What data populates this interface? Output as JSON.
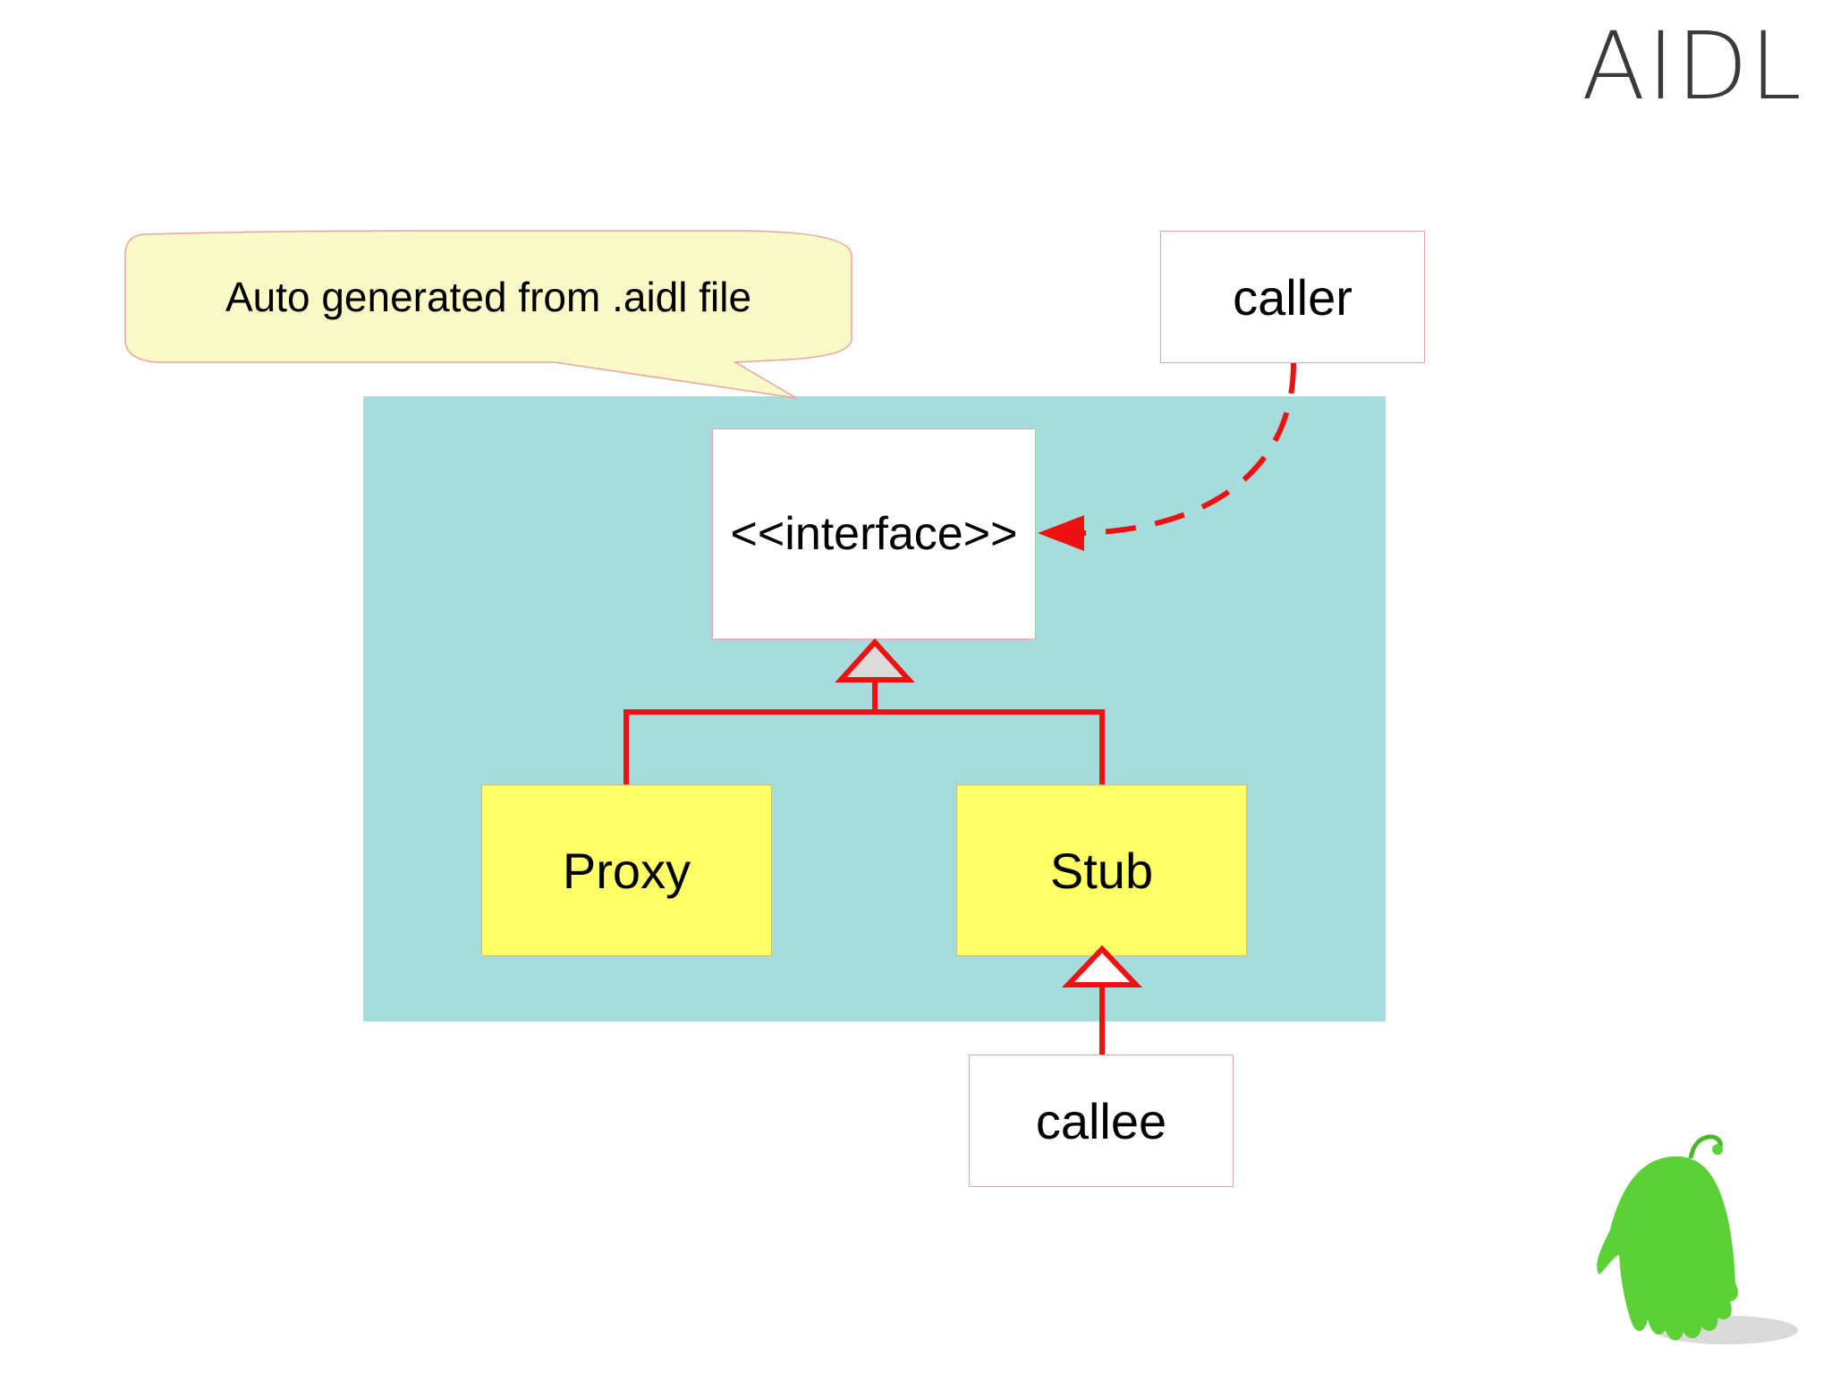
{
  "slide": {
    "title": "AIDL"
  },
  "callout": {
    "text": "Auto generated from .aidl file"
  },
  "nodes": {
    "interface": "<<interface>>",
    "proxy": "Proxy",
    "stub": "Stub",
    "caller": "caller",
    "callee": "callee"
  },
  "colors": {
    "panel": "#a6dcdb",
    "arrow": "#ee1111",
    "callout_fill": "#fbf9c5",
    "class_fill": "#ffff66",
    "mascot": "#5bd136"
  }
}
